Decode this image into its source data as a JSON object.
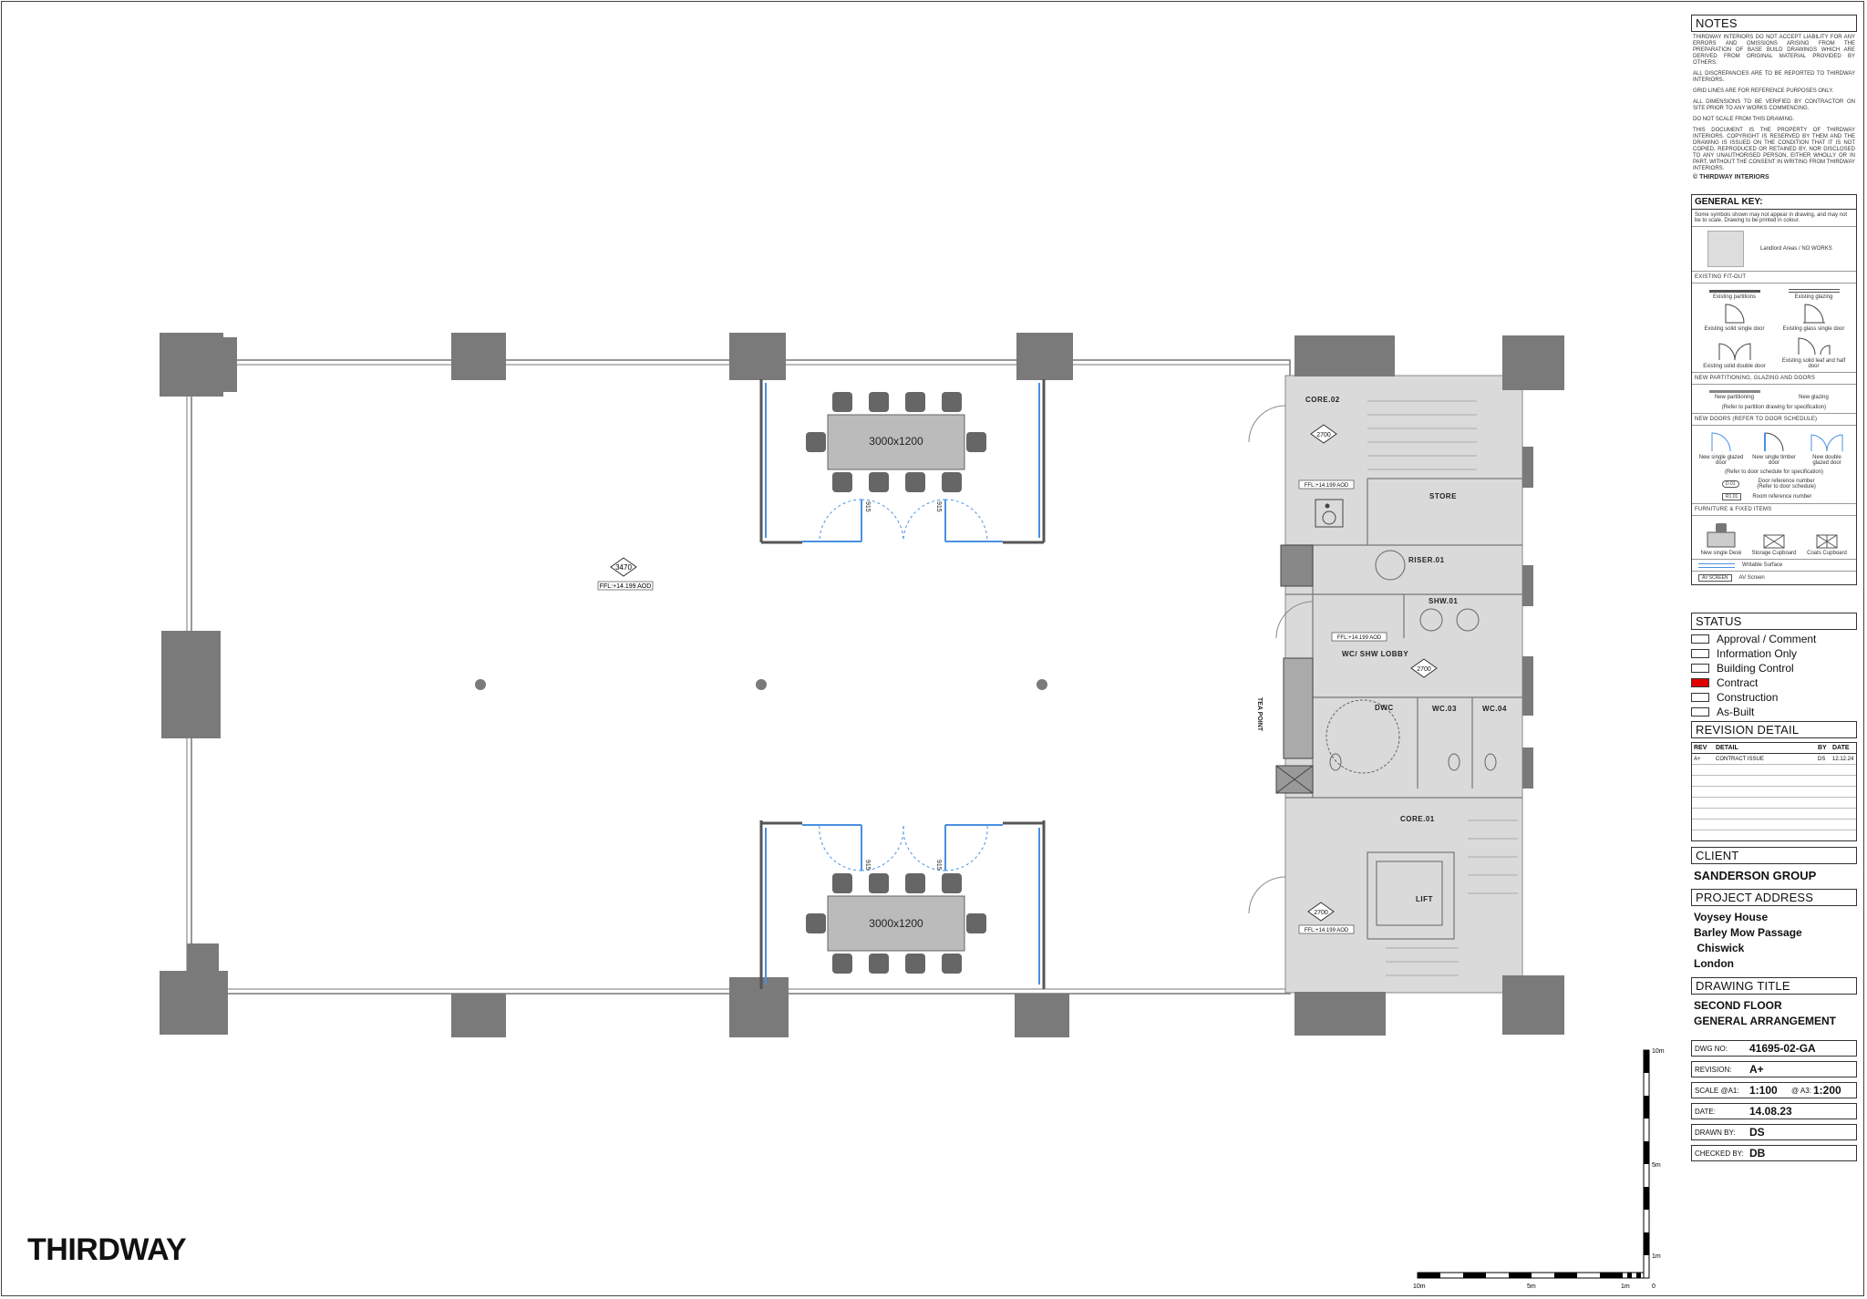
{
  "brand": {
    "logo": "THIRDWAY"
  },
  "plan": {
    "rooms": {
      "core02": "CORE.02",
      "store": "STORE",
      "riser": "RISER.01",
      "shw": "SHW.01",
      "wc_lobby": "WC/ SHW LOBBY",
      "dwc": "DWC",
      "wc03": "WC.03",
      "wc04": "WC.04",
      "core01": "CORE.01",
      "lift": "LIFT",
      "tea_point": "TEA POINT"
    },
    "tables": {
      "top": "3000x1200",
      "bottom": "3000x1200"
    },
    "ceiling_heights": {
      "main": "3470",
      "core02": "2700",
      "wc": "2700",
      "core01": "2700"
    },
    "ffl": {
      "main": "FFL:+14.199 AOD",
      "core02": "FFL:+14.199 AOD",
      "wc": "FFL:+14.199 AOD",
      "core01": "FFL:+14.199 AOD"
    },
    "door_tags": {
      "d1": "915",
      "d2": "915",
      "d3": "915",
      "d4": "915"
    }
  },
  "scale_bar": {
    "horizontal": [
      "10m",
      "5m",
      "1m",
      "0"
    ],
    "vertical": [
      "10m",
      "5m",
      "1m"
    ]
  },
  "notes": {
    "title": "NOTES",
    "paragraphs": [
      "THIRDWAY INTERIORS DO NOT ACCEPT LIABILITY FOR ANY ERRORS AND OMISSIONS ARISING FROM THE PREPARATION OF BASE BUILD DRAWINGS WHICH ARE DERIVED FROM ORIGINAL MATERIAL PROVIDED BY OTHERS.",
      "ALL DISCREPANCIES ARE TO BE REPORTED TO THIRDWAY INTERIORS.",
      "GRID LINES ARE FOR REFERENCE PURPOSES ONLY.",
      "ALL DIMENSIONS TO BE VERIFIED BY CONTRACTOR ON SITE PRIOR TO ANY WORKS COMMENCING.",
      "DO NOT SCALE FROM THIS DRAWING.",
      "THIS DOCUMENT IS THE PROPERTY OF THIRDWAY INTERIORS. COPYRIGHT IS RESERVED BY THEM AND THE DRAWING IS ISSUED ON THE CONDITION THAT IT IS NOT COPIED, REPRODUCED OR RETAINED BY, NOR DISCLOSED TO ANY UNAUTHORISED PERSON, EITHER WHOLLY OR IN PART, WITHOUT THE CONSENT IN WRITING FROM THIRDWAY INTERIORS."
    ],
    "copyright": "© THIRDWAY INTERIORS"
  },
  "key": {
    "title": "GENERAL KEY:",
    "intro": "Some symbols shown may not appear in drawing, and may not be to scale. Drawing to be printed in colour.",
    "landlord": "Landlord Areas / NO WORKS",
    "existing_title": "EXISTING FIT-OUT",
    "existing_partitions": "Existing partitions",
    "existing_glazing": "Existing glazing",
    "existing_solid_single": "Existing solid single door",
    "existing_glass_single": "Existing glass single door",
    "existing_solid_double": "Existing solid double door",
    "existing_leaf_half": "Existing solid leaf and half door",
    "new_title": "NEW PARTITIONING, GLAZING AND DOORS",
    "new_partitioning": "New partitioning",
    "new_glazing": "New glazing",
    "refer_partition": "(Refer to partition drawing for specification)",
    "new_doors_title": "NEW DOORS (REFER TO DOOR SCHEDULE)",
    "new_single_glazed": "New single glazed door",
    "new_single_timber": "New single timber door",
    "new_double_glazed": "New double glazed door",
    "refer_door": "(Refer to door schedule for specification)",
    "door_ref": "Door reference number (Refer to door schedule)",
    "room_ref": "Room reference number",
    "door_ref_tag": "D.01",
    "room_ref_tag": "R1.01",
    "furniture_title": "FURNITURE & FIXED ITEMS",
    "new_single_desk": "New single Desk",
    "storage": "Storage Cupboard",
    "coats": "Coats Cupboard",
    "writable": "Writable Surface",
    "av": "AV Screen",
    "av_tag": "AV SCREEN"
  },
  "status": {
    "title": "STATUS",
    "items": [
      {
        "label": "Approval / Comment",
        "color": "#ffffff"
      },
      {
        "label": "Information Only",
        "color": "#ffffff"
      },
      {
        "label": "Building Control",
        "color": "#ffffff"
      },
      {
        "label": "Contract",
        "color": "#e00000"
      },
      {
        "label": "Construction",
        "color": "#ffffff"
      },
      {
        "label": "As-Built",
        "color": "#ffffff"
      }
    ]
  },
  "revision": {
    "title": "REVISION DETAIL",
    "headers": [
      "REV",
      "DETAIL",
      "BY",
      "DATE"
    ],
    "rows": [
      {
        "rev": "A+",
        "detail": "CONTRACT ISSUE",
        "by": "DS",
        "date": "12.12.24"
      }
    ]
  },
  "client": {
    "title": "CLIENT",
    "name": "SANDERSON GROUP"
  },
  "address": {
    "title": "PROJECT ADDRESS",
    "lines": [
      "Voysey House",
      "Barley Mow Passage",
      " Chiswick",
      "London"
    ]
  },
  "drawing_title": {
    "title": "DRAWING TITLE",
    "lines": [
      "SECOND FLOOR",
      "GENERAL ARRANGEMENT"
    ]
  },
  "meta": {
    "dwg_no_label": "DWG NO:",
    "dwg_no": "41695-02-GA",
    "revision_label": "REVISION:",
    "revision": "A+",
    "scale_label": "SCALE @A1:",
    "scale_a1": "1:100",
    "scale_a3_label": "@ A3:",
    "scale_a3": "1:200",
    "date_label": "DATE:",
    "date": "14.08.23",
    "drawn_label": "DRAWN BY:",
    "drawn": "DS",
    "checked_label": "CHECKED BY:",
    "checked": "DB"
  }
}
